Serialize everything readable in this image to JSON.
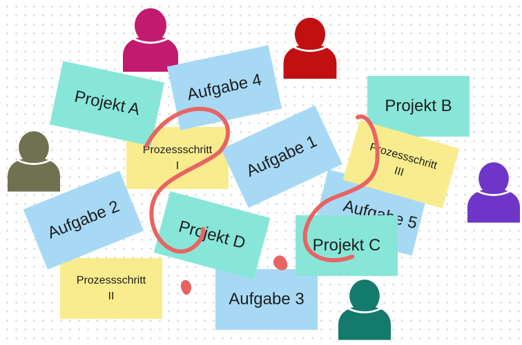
{
  "colors": {
    "teal_note": "#88e6d8",
    "blue_note": "#a7d9f5",
    "yellow_note": "#f8ec8e",
    "ink_stroke": "#e86462"
  },
  "notes": {
    "projekt_a": "Projekt A",
    "projekt_b": "Projekt B",
    "projekt_c": "Projekt C",
    "projekt_d": "Projekt D",
    "aufgabe_1": "Aufgabe 1",
    "aufgabe_2": "Aufgabe 2",
    "aufgabe_3": "Aufgabe 3",
    "aufgabe_4": "Aufgabe 4",
    "aufgabe_5": "Aufgabe 5",
    "prozessschritt_1": "Prozessschritt\nI",
    "prozessschritt_2": "Prozessschritt\nII",
    "prozessschritt_3": "Prozessschritt\nIII"
  },
  "people": [
    {
      "name": "magenta",
      "color": "#c21a6e"
    },
    {
      "name": "red",
      "color": "#c20f12"
    },
    {
      "name": "olive",
      "color": "#6f7150"
    },
    {
      "name": "purple",
      "color": "#6f35c8"
    },
    {
      "name": "dark-teal",
      "color": "#137a6c"
    }
  ]
}
